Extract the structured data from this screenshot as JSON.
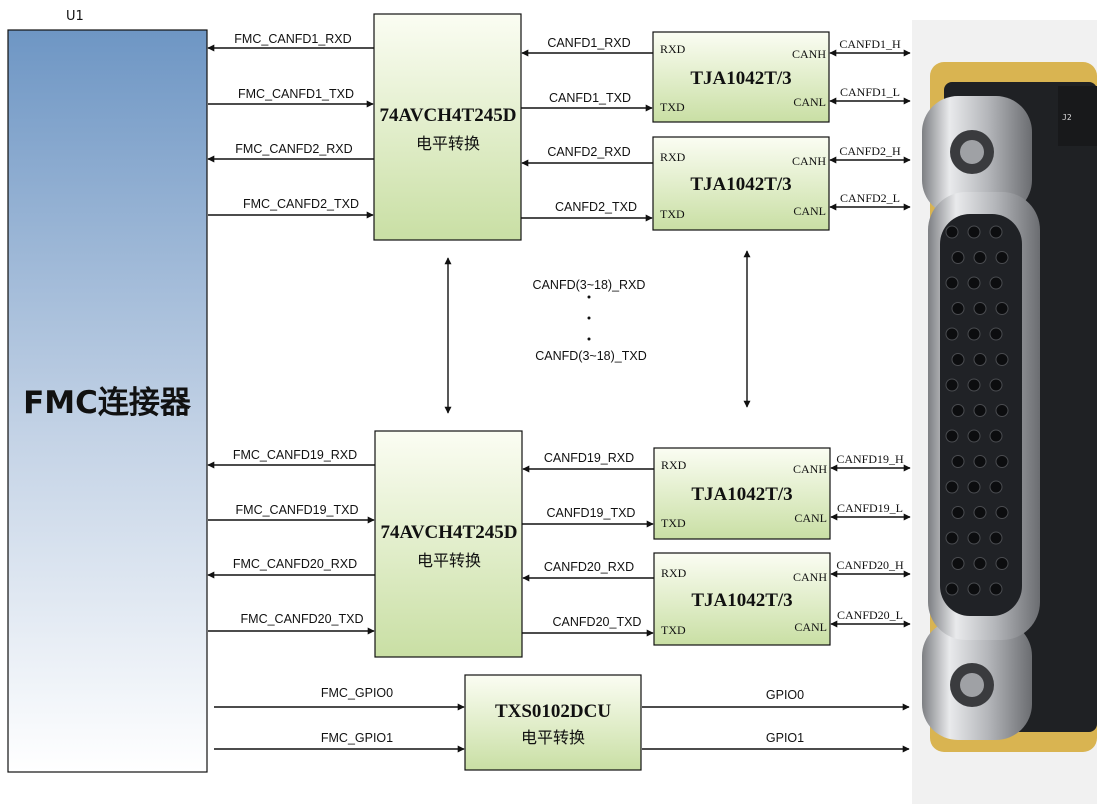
{
  "connector": {
    "ref": "U1",
    "label": "FMC连接器"
  },
  "level_shifter": {
    "part": "74AVCH4T245D",
    "function": "电平转换"
  },
  "gpio_shifter": {
    "part": "TXS0102DCU",
    "function": "电平转换"
  },
  "transceiver": {
    "part": "TJA1042T/3",
    "rxd": "RXD",
    "txd": "TXD",
    "canh": "CANH",
    "canl": "CANL"
  },
  "groups": [
    {
      "channels": [
        {
          "fmc_rxd": "FMC_CANFD1_RXD",
          "fmc_txd": "FMC_CANFD1_TXD",
          "rxd": "CANFD1_RXD",
          "txd": "CANFD1_TXD",
          "h": "CANFD1_H",
          "l": "CANFD1_L"
        },
        {
          "fmc_rxd": "FMC_CANFD2_RXD",
          "fmc_txd": "FMC_CANFD2_TXD",
          "rxd": "CANFD2_RXD",
          "txd": "CANFD2_TXD",
          "h": "CANFD2_H",
          "l": "CANFD2_L"
        }
      ]
    },
    {
      "channels": [
        {
          "fmc_rxd": "FMC_CANFD19_RXD",
          "fmc_txd": "FMC_CANFD19_TXD",
          "rxd": "CANFD19_RXD",
          "txd": "CANFD19_TXD",
          "h": "CANFD19_H",
          "l": "CANFD19_L"
        },
        {
          "fmc_rxd": "FMC_CANFD20_RXD",
          "fmc_txd": "FMC_CANFD20_TXD",
          "rxd": "CANFD20_RXD",
          "txd": "CANFD20_TXD",
          "h": "CANFD20_H",
          "l": "CANFD20_L"
        }
      ]
    }
  ],
  "middle": {
    "rxd": "CANFD(3~18)_RXD",
    "txd": "CANFD(3~18)_TXD"
  },
  "gpio": [
    {
      "fmc": "FMC_GPIO0",
      "out": "GPIO0"
    },
    {
      "fmc": "FMC_GPIO1",
      "out": "GPIO1"
    }
  ],
  "colors": {
    "chip_top": "#fbfdf3",
    "chip_bottom": "#c9dfa4",
    "fmc_top": "#6e96c4",
    "fmc_bottom": "#ffffff",
    "line": "#111111"
  }
}
